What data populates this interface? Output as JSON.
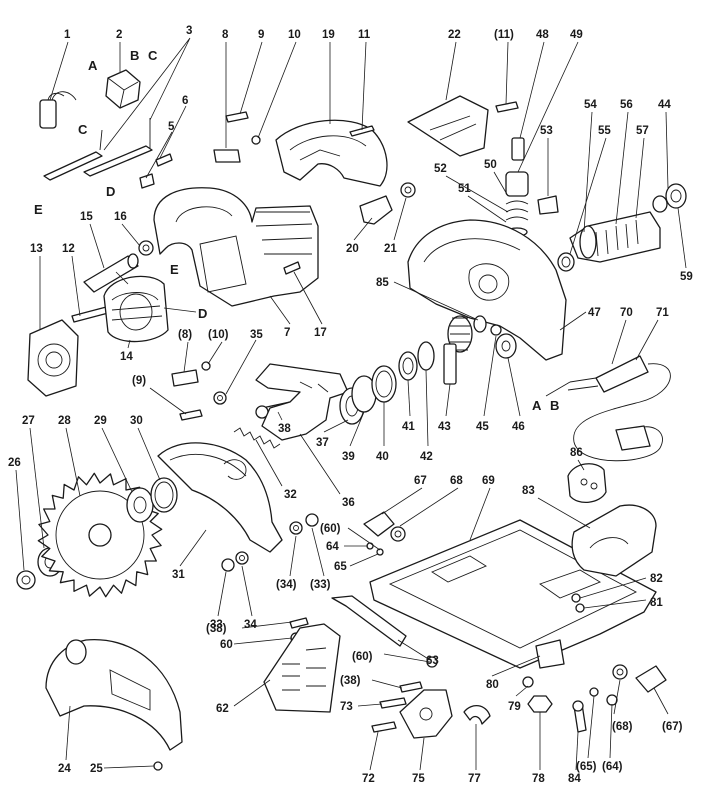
{
  "labels": {
    "l1": "1",
    "l2": "2",
    "l3": "3",
    "lA1": "A",
    "lB1": "B",
    "lC1": "C",
    "lC2": "C",
    "l6": "6",
    "l5": "5",
    "lD1": "D",
    "lE1": "E",
    "l8": "8",
    "l9": "9",
    "l10": "10",
    "l19": "19",
    "l11": "11",
    "l22": "22",
    "l11p": "(11)",
    "l48": "48",
    "l49": "49",
    "l54": "54",
    "l56": "56",
    "l44": "44",
    "l53": "53",
    "l55": "55",
    "l57": "57",
    "l52": "52",
    "l50": "50",
    "l51": "51",
    "l59": "59",
    "l15": "15",
    "l16": "16",
    "l13": "13",
    "l12": "12",
    "lE2": "E",
    "lD2": "D",
    "l14": "14",
    "l20": "20",
    "l21": "21",
    "l7": "7",
    "l17": "17",
    "l85": "85",
    "l47": "47",
    "l70": "70",
    "l71": "71",
    "lA2": "A",
    "lB2": "B",
    "l8p": "(8)",
    "l10p": "(10)",
    "l35": "35",
    "l9p": "(9)",
    "l38": "38",
    "l37": "37",
    "l39": "39",
    "l40": "40",
    "l41": "41",
    "l42": "42",
    "l43": "43",
    "l45": "45",
    "l46": "46",
    "l86": "86",
    "l27": "27",
    "l28": "28",
    "l29": "29",
    "l30": "30",
    "l26": "26",
    "l32": "32",
    "l36": "36",
    "l67": "67",
    "l68": "68",
    "l69": "69",
    "l83": "83",
    "l31": "31",
    "l60p": "(60)",
    "l64": "64",
    "l65": "65",
    "l34p": "(34)",
    "l33p": "(33)",
    "l33": "33",
    "l34": "34",
    "l82": "82",
    "l81": "81",
    "l38p": "(38)",
    "l60": "60",
    "l63": "63",
    "l60p2": "(60)",
    "l38p2": "(38)",
    "l80": "80",
    "l62": "62",
    "l73": "73",
    "l79": "79",
    "l68p": "(68)",
    "l67p": "(67)",
    "l24": "24",
    "l25": "25",
    "l72": "72",
    "l75": "75",
    "l77": "77",
    "l78": "78",
    "l84": "84",
    "l65p": "(65)",
    "l64p": "(64)"
  }
}
